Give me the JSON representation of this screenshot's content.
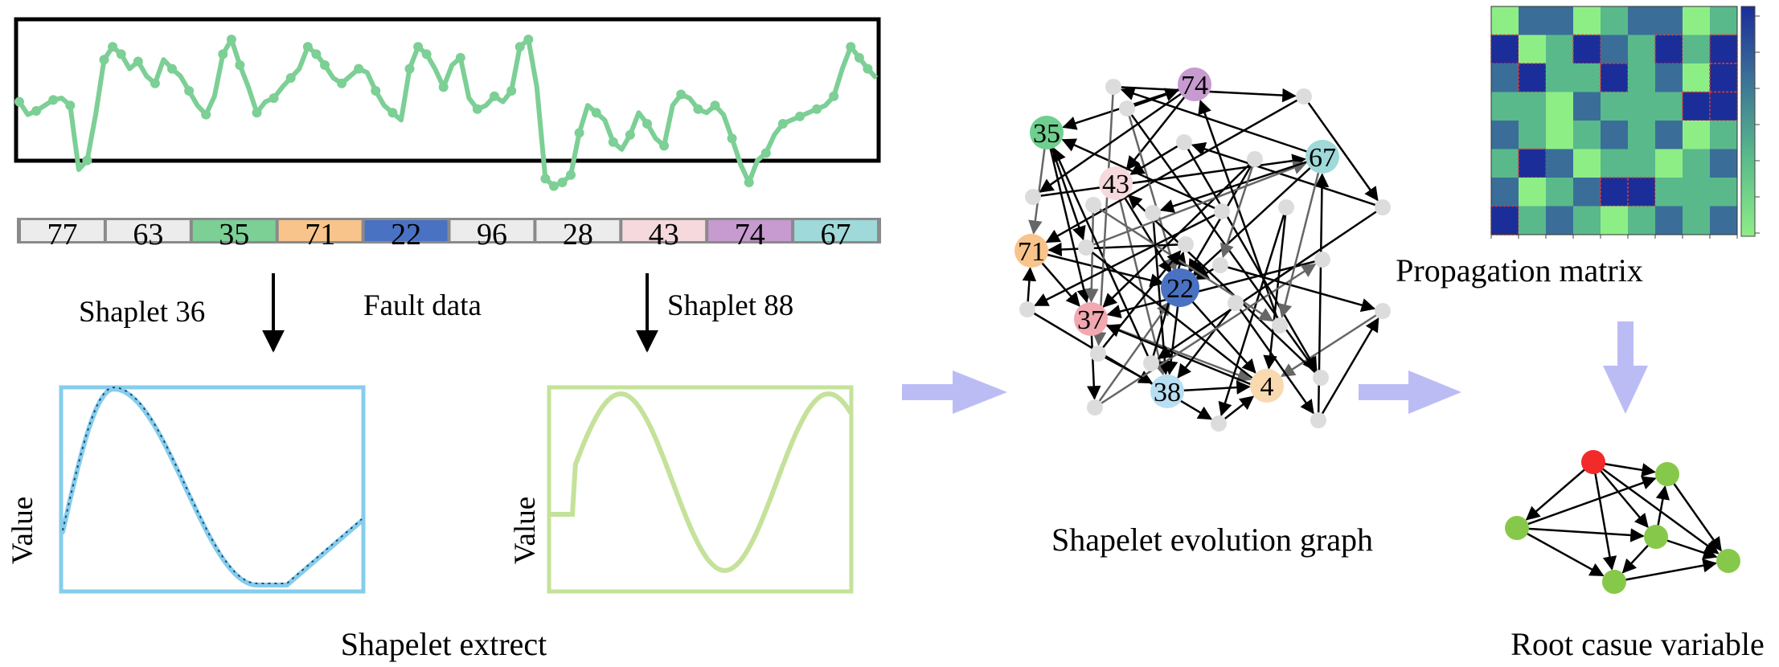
{
  "fault_panel": {
    "segments": [
      {
        "label": "77",
        "color": "#ececec"
      },
      {
        "label": "63",
        "color": "#ececec"
      },
      {
        "label": "35",
        "color": "#7ccf95"
      },
      {
        "label": "71",
        "color": "#f8c48b"
      },
      {
        "label": "22",
        "color": "#4a72c2"
      },
      {
        "label": "96",
        "color": "#ececec"
      },
      {
        "label": "28",
        "color": "#ececec"
      },
      {
        "label": "43",
        "color": "#f5d9dc"
      },
      {
        "label": "74",
        "color": "#c79ad0"
      },
      {
        "label": "67",
        "color": "#9fd9d9"
      }
    ],
    "series_color": "#7ccf95",
    "series_values": [
      62,
      55,
      57,
      60,
      63,
      64,
      60,
      25,
      30,
      55,
      85,
      92,
      88,
      80,
      84,
      76,
      72,
      85,
      80,
      76,
      68,
      60,
      55,
      65,
      88,
      96,
      82,
      70,
      56,
      62,
      64,
      70,
      75,
      80,
      92,
      88,
      82,
      75,
      72,
      76,
      80,
      78,
      68,
      60,
      56,
      52,
      80,
      92,
      88,
      80,
      70,
      82,
      86,
      64,
      58,
      60,
      65,
      62,
      68,
      92,
      96,
      70,
      20,
      16,
      18,
      22,
      45,
      60,
      56,
      52,
      40,
      36,
      44,
      56,
      50,
      42,
      38,
      60,
      66,
      64,
      58,
      56,
      60,
      55,
      42,
      28,
      18,
      30,
      34,
      44,
      50,
      52,
      54,
      56,
      58,
      60,
      65,
      80,
      92,
      86,
      80,
      75
    ],
    "arrow_left_label": "Shaplet 36",
    "center_label": "Fault data",
    "arrow_right_label": "Shaplet 88"
  },
  "shapelet_panels": {
    "left": {
      "ylabel": "Value",
      "color": "#86cdeb"
    },
    "right": {
      "ylabel": "Value",
      "color": "#c4e29a"
    },
    "caption": "Shapelet extrect"
  },
  "evolution_graph": {
    "caption": "Shapelet evolution graph",
    "labeled_nodes": [
      {
        "label": "74",
        "color": "#c79ad0"
      },
      {
        "label": "35",
        "color": "#6fcf8e"
      },
      {
        "label": "67",
        "color": "#9fd9d9"
      },
      {
        "label": "43",
        "color": "#f5d9dc"
      },
      {
        "label": "71",
        "color": "#f8c48b"
      },
      {
        "label": "22",
        "color": "#4a72c2"
      },
      {
        "label": "37",
        "color": "#f2a8b0"
      },
      {
        "label": "38",
        "color": "#b8def2"
      },
      {
        "label": "4",
        "color": "#f8d9b0"
      }
    ],
    "unlabeled_node_color": "#dcdcdc"
  },
  "propagation_matrix": {
    "caption": "Propagation matrix",
    "colormap": [
      "#8eee86",
      "#59b98b",
      "#3a6e98",
      "#1b2d98"
    ],
    "values": [
      [
        0.1,
        0.5,
        0.7,
        0.1,
        0.3,
        0.6,
        0.5,
        0.1,
        0.4
      ],
      [
        1.0,
        0.1,
        0.4,
        0.9,
        0.6,
        0.4,
        1.0,
        0.2,
        0.9
      ],
      [
        0.5,
        1.0,
        0.2,
        0.3,
        0.9,
        0.3,
        0.6,
        0.1,
        1.0
      ],
      [
        0.2,
        0.4,
        0.1,
        0.5,
        0.3,
        0.2,
        0.3,
        1.0,
        0.9
      ],
      [
        0.6,
        0.4,
        0.1,
        0.2,
        0.5,
        0.3,
        0.6,
        0.1,
        0.3
      ],
      [
        0.4,
        1.0,
        0.5,
        0.1,
        0.4,
        0.2,
        0.1,
        0.3,
        0.6
      ],
      [
        0.5,
        0.1,
        0.2,
        0.5,
        1.0,
        0.9,
        0.4,
        0.2,
        0.3
      ],
      [
        1.0,
        0.3,
        0.6,
        0.2,
        0.1,
        0.4,
        0.5,
        0.2,
        0.6
      ]
    ],
    "highlighted_cells": [
      [
        1,
        0
      ],
      [
        1,
        3
      ],
      [
        1,
        6
      ],
      [
        1,
        8
      ],
      [
        2,
        1
      ],
      [
        2,
        4
      ],
      [
        2,
        8
      ],
      [
        3,
        7
      ],
      [
        3,
        8
      ],
      [
        5,
        1
      ],
      [
        6,
        4
      ],
      [
        6,
        5
      ],
      [
        7,
        0
      ]
    ]
  },
  "root_cause": {
    "caption": "Root casue variable",
    "root_color": "#f22a2a",
    "node_color": "#86c94a"
  },
  "flow_arrow_color": "#bcbcf5"
}
